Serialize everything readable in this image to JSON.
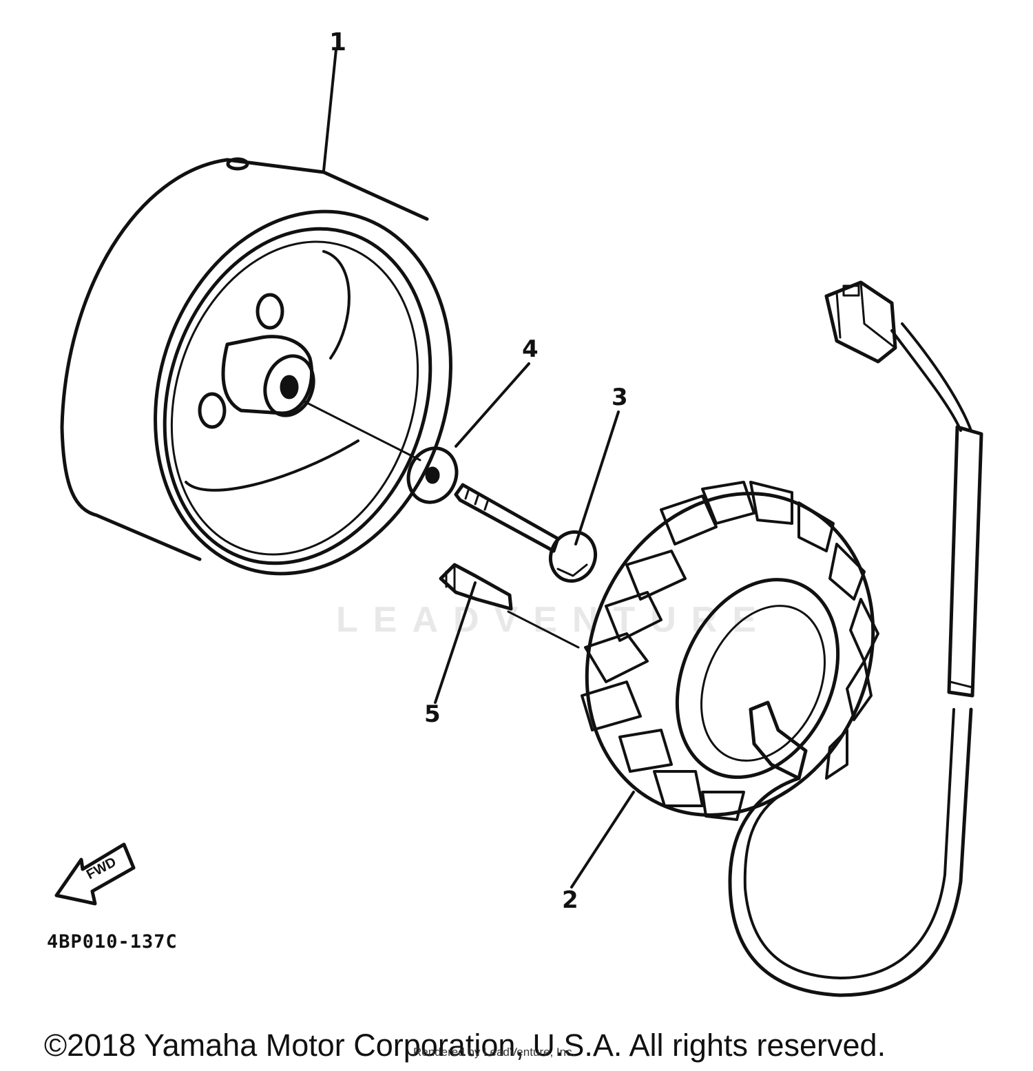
{
  "diagram": {
    "callouts": [
      "1",
      "2",
      "3",
      "4",
      "5"
    ],
    "part_code": "4BP010-137C",
    "direction_label": "FWD",
    "watermark": "LEADVENTURE",
    "copyright": "©2018 Yamaha Motor Corporation, U.S.A. All rights reserved.",
    "rendered_by": "Rendered by LeadVenture, Inc."
  }
}
